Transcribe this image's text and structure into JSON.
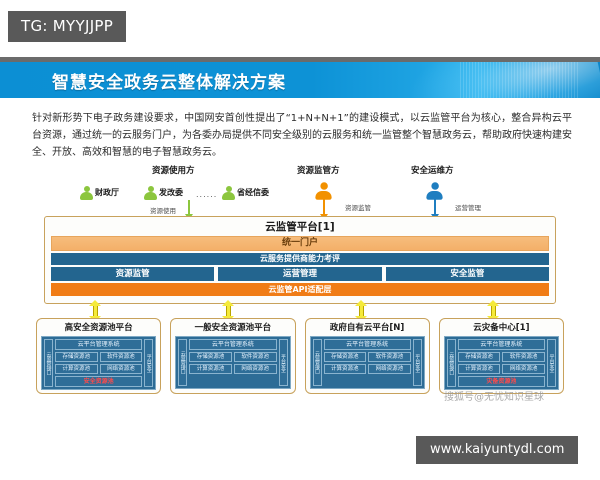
{
  "tag_badge": "TG: MYYJJPP",
  "header": {
    "title": "智慧安全政务云整体解决方案"
  },
  "body": {
    "paragraph": "针对新形势下电子政务建设要求，中国网安首创性提出了“1+N+N+1”的建设模式，以云监管平台为核心，整合异构云平台资源，通过统一的云服务门户，为各委办局提供不同安全级别的云服务和统一监管整个智慧政务云，帮助政府快速构建安全、开放、高效和智慧的电子智慧政务云。"
  },
  "diagram": {
    "groups": {
      "resource_users": "资源使用方",
      "resource_supervisor": "资源监管方",
      "security_ops": "安全运维方"
    },
    "actors": [
      {
        "name": "财政厅",
        "color": "#8cc63e"
      },
      {
        "name": "发改委",
        "color": "#8cc63e"
      },
      {
        "name": "省经信委",
        "color": "#8cc63e"
      },
      {
        "name": "资源监管方",
        "color": "#f29100"
      },
      {
        "name": "安全运维方",
        "color": "#1f7ec0"
      }
    ],
    "ellipsis": "......",
    "arrow_labels": {
      "use": "资源使用",
      "supervise": "资源监管",
      "operate": "运营管理"
    },
    "platform": {
      "title": "云监管平台[1]",
      "portal": "统一门户",
      "evaluation": "云服务提供商能力考评",
      "modules": [
        "资源监管",
        "运营管理",
        "安全监管"
      ],
      "api_layer": "云监管API适配层"
    },
    "cards": [
      {
        "title": "高安全资源池平台",
        "left_label": "云监管接口",
        "right_label": "平台安全",
        "mgmt": "云平台管理系统",
        "pools": [
          "存储资源池",
          "软件资源池",
          "计算资源池",
          "网络资源池"
        ],
        "footer": "安全资源池",
        "has_footer": true
      },
      {
        "title": "一般安全资源池平台",
        "left_label": "云监管接口",
        "right_label": "平台安全",
        "mgmt": "云平台管理系统",
        "pools": [
          "存储资源池",
          "软件资源池",
          "计算资源池",
          "网络资源池"
        ],
        "footer": "",
        "has_footer": false
      },
      {
        "title": "政府自有云平台[N]",
        "left_label": "云监管接口",
        "right_label": "平台安全",
        "mgmt": "云平台管理系统",
        "pools": [
          "存储资源池",
          "软件资源池",
          "计算资源池",
          "网络资源池"
        ],
        "footer": "",
        "has_footer": false
      },
      {
        "title": "云灾备中心[1]",
        "left_label": "云监管接口",
        "right_label": "平台安全",
        "mgmt": "云平台管理系统",
        "pools": [
          "存储资源池",
          "软件资源池",
          "计算资源池",
          "网络资源池"
        ],
        "footer": "灾备资源池",
        "has_footer": true
      }
    ],
    "colors": {
      "accent_orange": "#f07c16",
      "portal_orange": "#f4b069",
      "module_blue": "#23658f",
      "card_blue": "#2d6c96",
      "border_gold": "#c8a25c",
      "arrow_yellow": "#f5ea3a",
      "green_actor": "#8cc63e",
      "orange_actor": "#f29100",
      "blue_actor": "#1f7ec0",
      "header_blue": "#0d92d6",
      "badge_gray": "#595959"
    }
  },
  "watermarks": {
    "sohu": "搜狐号@无忧知识星球",
    "url": "www.kaiyuntydl.com"
  }
}
